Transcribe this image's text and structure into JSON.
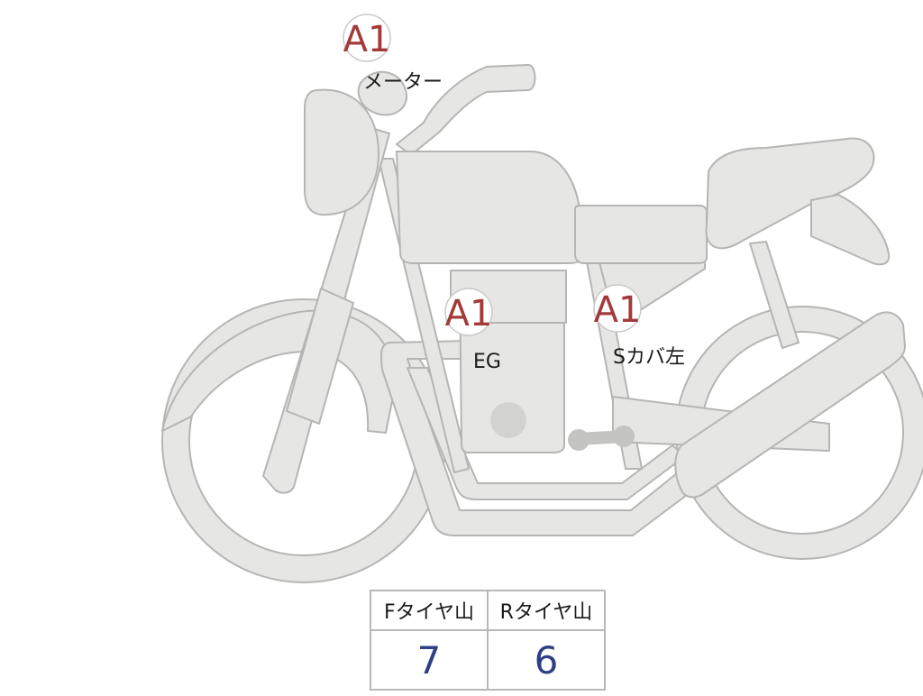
{
  "markers": [
    {
      "code": "A1",
      "label": "メーター"
    },
    {
      "code": "A1",
      "label": "EG"
    },
    {
      "code": "A1",
      "label": "Sカバ左"
    }
  ],
  "tread_table": {
    "headers": [
      "Fタイヤ山",
      "Rタイヤ山"
    ],
    "values": [
      "7",
      "6"
    ]
  },
  "colors": {
    "body_fill": "#e6e6e4",
    "outline": "#b5b5b3",
    "badge_text": "#a33a3a",
    "value_text": "#2f3f84"
  }
}
